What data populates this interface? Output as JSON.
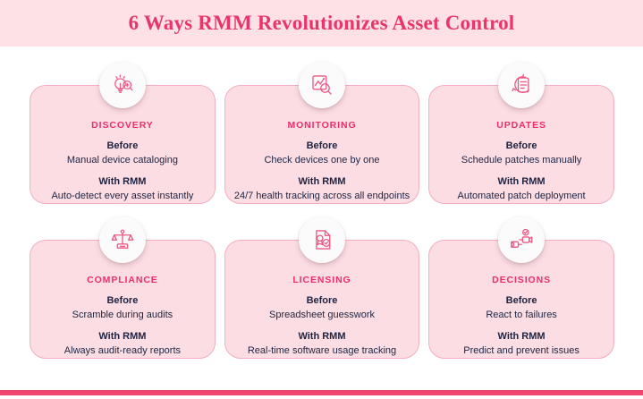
{
  "header": {
    "title": "6 Ways RMM Revolutionizes Asset Control"
  },
  "labels": {
    "before": "Before",
    "with_rmm": "With RMM"
  },
  "colors": {
    "band_background": "#fde1e6",
    "title_text": "#e8366b",
    "card_background": "#fbdde3",
    "card_border": "#f3aec0",
    "card_title_text": "#ec2f68",
    "body_text": "#1f2341",
    "icon_stroke": "#ec5a84",
    "badge_background": "#fbfbfb",
    "bottom_bar": "#ef4670",
    "page_background": "#ffffff"
  },
  "cards": [
    {
      "title": "DISCOVERY",
      "icon": "lightbulb-magnifier-icon",
      "before_label": "Before",
      "before": "Manual device cataloging",
      "with_label": "With RMM",
      "with": "Auto-detect every asset instantly"
    },
    {
      "title": "MONITORING",
      "icon": "analytics-magnifier-icon",
      "before_label": "Before",
      "before": "Check devices one by one",
      "with_label": "With RMM",
      "with": "24/7 health tracking across all endpoints"
    },
    {
      "title": "UPDATES",
      "icon": "refresh-checklist-icon",
      "before_label": "Before",
      "before": "Schedule patches manually",
      "with_label": "With RMM",
      "with": "Automated patch deployment"
    },
    {
      "title": "COMPLIANCE",
      "icon": "balance-scale-icon",
      "before_label": "Before",
      "before": "Scramble during audits",
      "with_label": "With RMM",
      "with": "Always audit-ready reports"
    },
    {
      "title": "LICENSING",
      "icon": "certificate-check-icon",
      "before_label": "Before",
      "before": "Spreadsheet guesswork",
      "with_label": "With RMM",
      "with": "Real-time software usage tracking"
    },
    {
      "title": "DECISIONS",
      "icon": "decision-arrows-icon",
      "before_label": "Before",
      "before": "React to failures",
      "with_label": "With RMM",
      "with": "Predict and prevent issues"
    }
  ]
}
